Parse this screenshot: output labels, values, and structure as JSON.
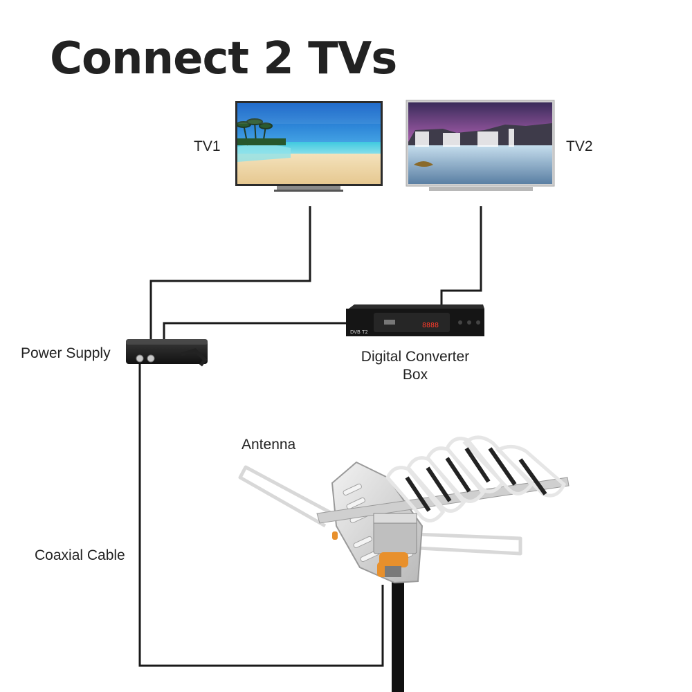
{
  "title": "Connect 2 TVs",
  "labels": {
    "tv1": "TV1",
    "tv2": "TV2",
    "power_supply": "Power Supply",
    "converter_line1": "Digital Converter",
    "converter_line2": "Box",
    "antenna": "Antenna",
    "coaxial_cable": "Coaxial Cable"
  },
  "device_text": {
    "converter_display": "8888",
    "converter_brand": "DVB T2"
  },
  "colors": {
    "cable": "#1a1a1a",
    "sky": "#2a8ee0",
    "sea": "#59d0e3",
    "sand": "#f0d9a9",
    "aurora": "#b36fb8",
    "antenna_metal": "#d9d9d9",
    "antenna_orange": "#e8902c"
  }
}
